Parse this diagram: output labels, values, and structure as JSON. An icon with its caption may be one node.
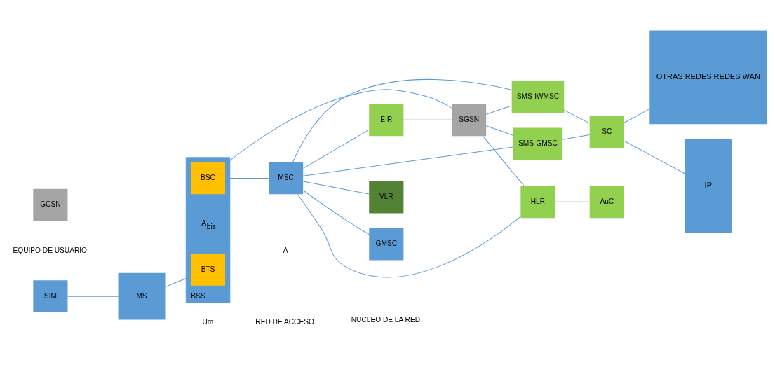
{
  "diagram": {
    "nodes": [
      {
        "text": [
          "SIM"
        ]
      },
      {
        "text": [
          "MS"
        ]
      },
      {
        "text": [
          "BSS"
        ]
      },
      {
        "text": [
          "BTS"
        ],
        "in": 2
      },
      {
        "text": [
          "BSC"
        ],
        "in": 2
      },
      {
        "text": [
          "VLR"
        ]
      },
      {
        "text": [
          "MSC"
        ]
      },
      {
        "text": [
          "GMSC"
        ]
      },
      {
        "text": [
          "EIR"
        ]
      },
      {
        "text": [
          "HLR"
        ]
      },
      {
        "text": [
          "AuC"
        ]
      },
      {
        "text": [
          "SMS-GMSC"
        ]
      },
      {
        "text": [
          "SMS-IWMSC"
        ]
      },
      {
        "text": [
          "SC"
        ]
      },
      {
        "text": [
          "SGSN"
        ]
      },
      {
        "text": [
          "GCSN"
        ]
      },
      {
        "text": [
          "OTRAS REDES REDES WAN"
        ]
      },
      {
        "text": [
          "IP"
        ]
      }
    ],
    "edges": [
      {
        "from": 0,
        "to": 1,
        "arrow": "none"
      },
      {
        "from": 1,
        "to": 2,
        "arrow": "none"
      },
      {
        "from": 2,
        "to": 6,
        "arrow": "none"
      },
      {
        "from": 2,
        "to": 14,
        "arrow": "none"
      },
      {
        "from": 6,
        "to": 5,
        "arrow": "none"
      },
      {
        "from": 6,
        "to": 7,
        "arrow": "none"
      },
      {
        "from": 6,
        "to": 8,
        "arrow": "none"
      },
      {
        "from": 6,
        "to": 9,
        "arrow": "none"
      },
      {
        "from": 6,
        "to": 11,
        "arrow": "none"
      },
      {
        "from": 6,
        "to": 12,
        "arrow": "none"
      },
      {
        "from": 9,
        "to": 10,
        "arrow": "none"
      },
      {
        "from": 8,
        "to": 14,
        "arrow": "none"
      },
      {
        "from": 14,
        "to": 9,
        "arrow": "none"
      },
      {
        "from": 14,
        "to": 11,
        "arrow": "none"
      },
      {
        "from": 14,
        "to": 12,
        "arrow": "none"
      },
      {
        "from": 11,
        "to": 13,
        "arrow": "none"
      },
      {
        "from": 12,
        "to": 13,
        "arrow": "none"
      },
      {
        "from": 13,
        "to": 16,
        "arrow": "none"
      },
      {
        "from": 13,
        "to": 17,
        "arrow": "none"
      }
    ],
    "labels": [
      "Um",
      "A",
      "NUCLEO DE LA RED",
      "A$_{bis}$",
      "EQUIPO DE USUARIO",
      "RED DE ACCESO"
    ]
  }
}
